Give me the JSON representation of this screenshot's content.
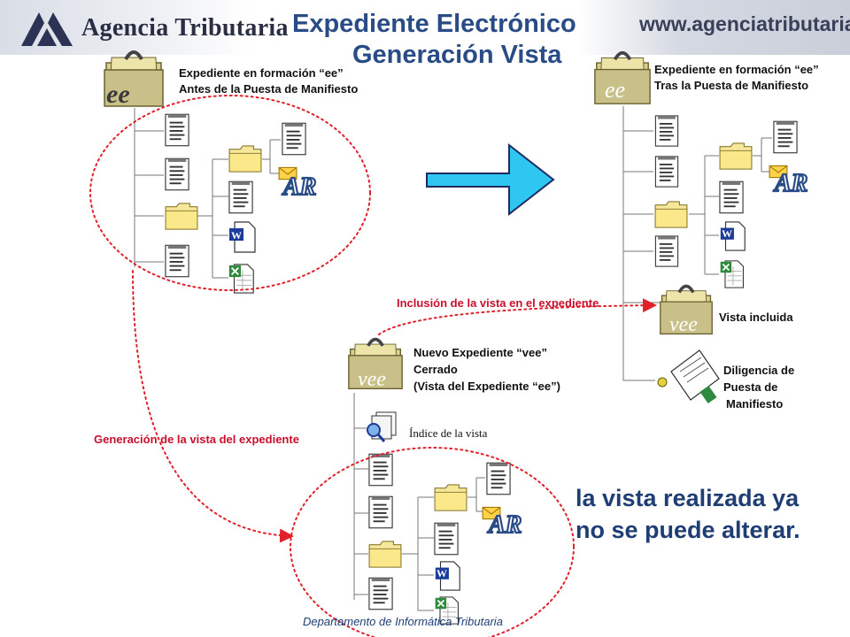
{
  "header": {
    "org_name": "Agencia Tributaria",
    "website": "www.agenciatributaria.es",
    "title_line1": "Expediente Electrónico",
    "title_line2": "Generación Vista"
  },
  "left_expediente": {
    "folder_tag": "ee",
    "line1": "Expediente en formación “ee”",
    "line2": "Antes de la Puesta de Manifiesto"
  },
  "right_expediente": {
    "folder_tag": "ee",
    "line1": "Expediente en formación “ee”",
    "line2": "Tras la Puesta de Manifiesto"
  },
  "new_expediente": {
    "folder_tag": "vee",
    "line1": "Nuevo Expediente “vee”",
    "line2": "Cerrado",
    "line3": "(Vista del Expediente “ee”)",
    "index_label": "Índice de la vista"
  },
  "included_view": {
    "folder_tag": "vee",
    "label": "Vista incluida"
  },
  "diligencia": {
    "line1": "Diligencia de",
    "line2": "Puesta de",
    "line3": "Manifiesto"
  },
  "arrow_labels": {
    "inclusion": "Inclusión de la vista en el expediente",
    "generation": "Generación de la vista del expediente"
  },
  "message": {
    "line1": "la vista realizada ya",
    "line2": "no se puede alterar."
  },
  "footer": "Departamento de Informática Tributaria",
  "acuse_tag": "AR",
  "word_tag": "W",
  "colors": {
    "title": "#2a4c86",
    "red_dotted": "#e0202a",
    "big_arrow": "#2fc6f0",
    "folder": "#f7e79a"
  }
}
